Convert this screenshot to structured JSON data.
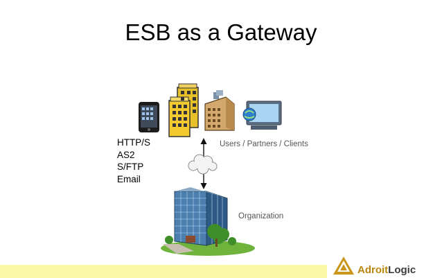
{
  "slide": {
    "title": "ESB as a Gateway",
    "protocols": [
      "HTTP/S",
      "AS2",
      "S/FTP",
      "Email"
    ],
    "users_label": "Users / Partners / Clients",
    "org_label": "Organization"
  },
  "icons": [
    "mobile-phone-icon",
    "office-buildings-icon",
    "factory-icon",
    "computer-monitor-icon",
    "internet-cloud-icon",
    "organization-building-icon"
  ],
  "brand": {
    "name_part1": "Adroit",
    "name_part2": "Logic",
    "colors": {
      "part1": "#b8860b",
      "part2": "#3b3b3b"
    }
  },
  "colors": {
    "footer_bar": "#fbf8a8"
  }
}
